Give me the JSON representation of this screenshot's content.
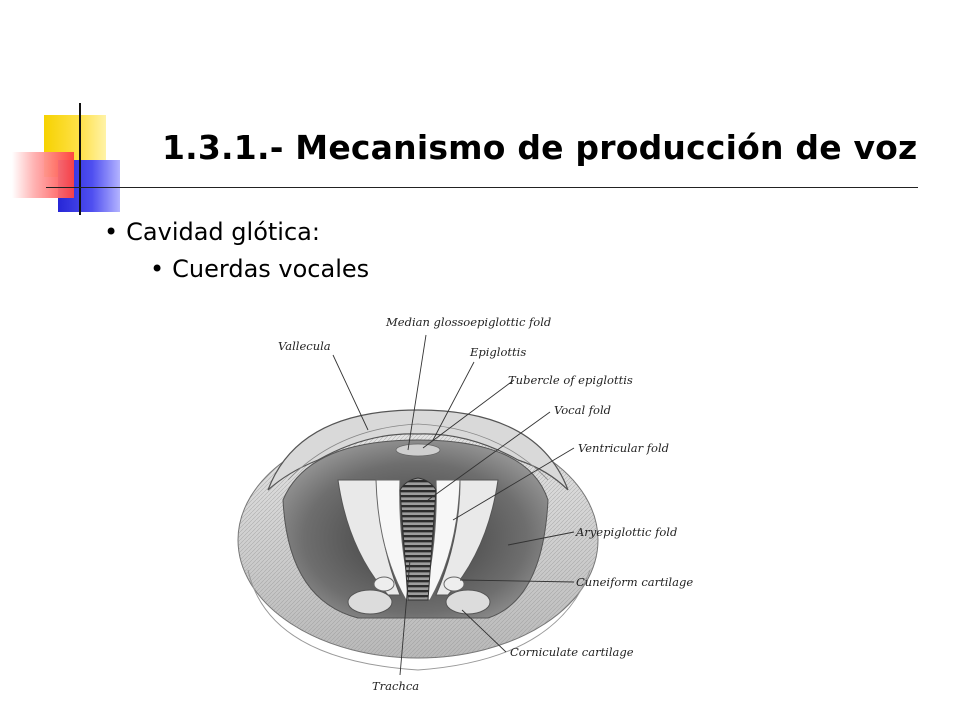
{
  "slide": {
    "title": "1.3.1.- Mecanismo de producción de voz",
    "bullets": [
      {
        "text": "Cavidad glótica:",
        "level": 1
      },
      {
        "text": "Cuerdas vocales",
        "level": 2
      }
    ],
    "bullet_glyph": "•"
  },
  "figure": {
    "labels": {
      "median_glossoepiglottic_fold": "Median glossoepiglottic fold",
      "vallecula": "Vallecula",
      "epiglottis": "Epiglottis",
      "tubercle_of_epiglottis": "Tubercle of epiglottis",
      "vocal_fold": "Vocal fold",
      "ventricular_fold": "Ventricular fold",
      "aryepiglottic_fold": "Aryepiglottic fold",
      "cuneiform_cartilage": "Cuneiform cartilage",
      "corniculate_cartilage": "Corniculate cartilage",
      "trachea": "Trachca"
    }
  },
  "colors": {
    "accent_yellow": "#f6d200",
    "accent_blue": "#2626d6",
    "accent_red": "#ff4040"
  }
}
